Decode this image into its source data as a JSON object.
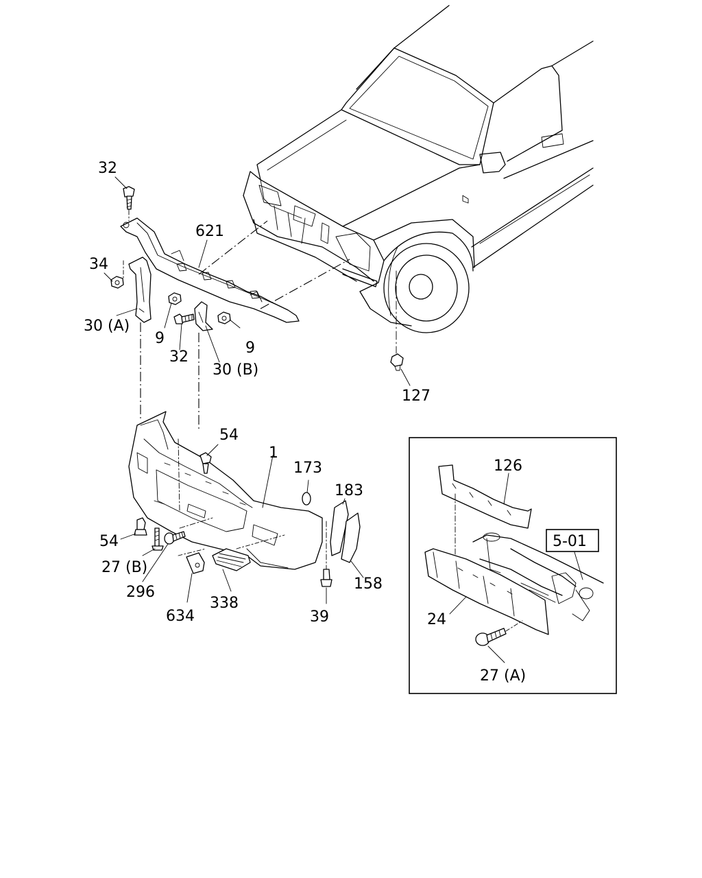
{
  "callouts": {
    "c32_top": "32",
    "c621": "621",
    "c34": "34",
    "c30a": "30 (A)",
    "c9_left": "9",
    "c32_mid": "32",
    "c9_right": "9",
    "c30b": "30 (B)",
    "c127": "127",
    "c54_top": "54",
    "c1": "1",
    "c173": "173",
    "c183": "183",
    "c54_left": "54",
    "c27b": "27 (B)",
    "c296": "296",
    "c634": "634",
    "c338": "338",
    "c39": "39",
    "c158": "158",
    "c126": "126",
    "c24": "24",
    "c27a": "27 (A)",
    "ref_501": "5-01"
  }
}
